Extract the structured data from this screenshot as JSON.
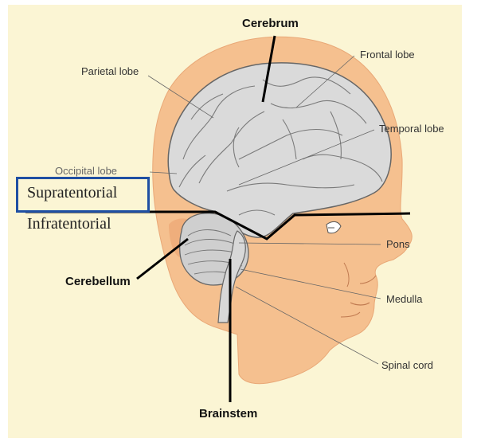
{
  "diagram": {
    "labels": {
      "cerebrum": "Cerebrum",
      "frontal_lobe": "Frontal lobe",
      "parietal_lobe": "Parietal lobe",
      "temporal_lobe": "Temporal lobe",
      "occipital_lobe": "Occipital lobe",
      "supratentorial": "Supratentorial",
      "infratentorial": "Infratentorial",
      "pons": "Pons",
      "cerebellum": "Cerebellum",
      "medulla": "Medulla",
      "spinal_cord": "Spinal cord",
      "brainstem": "Brainstem"
    },
    "colors": {
      "background": "#fbf5d4",
      "skin": "#f5c08f",
      "brain": "#dadada",
      "brain_lines": "#777777",
      "highlight_box": "#1f4fa3",
      "tentorium_line": "#000000"
    }
  }
}
